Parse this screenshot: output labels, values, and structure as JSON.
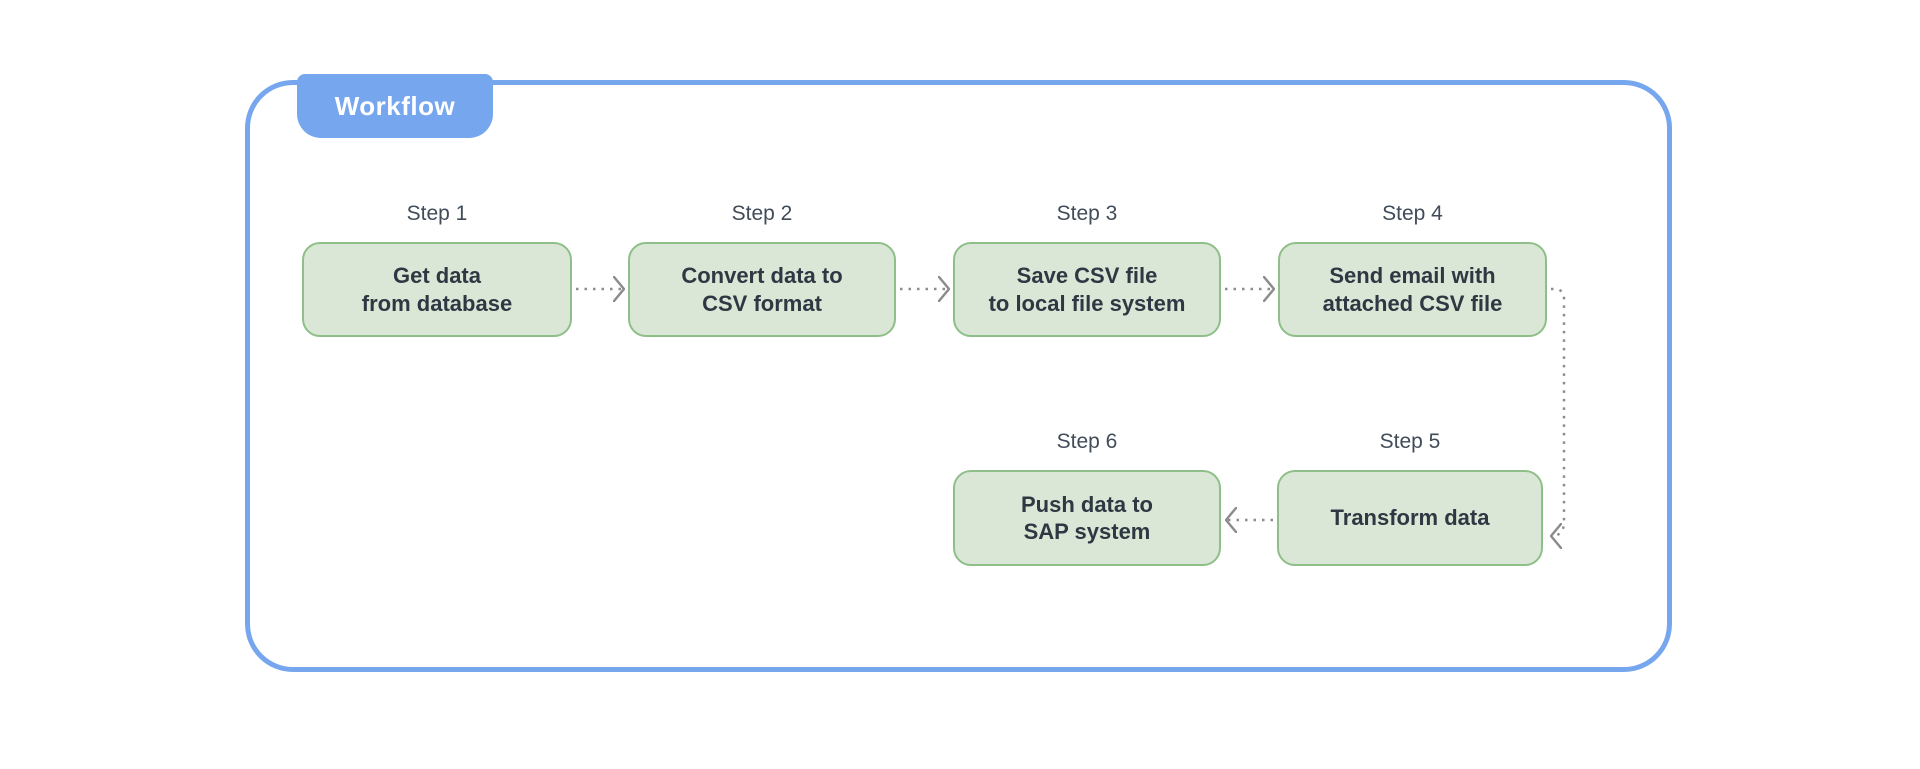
{
  "workflow": {
    "label": "Workflow",
    "steps": [
      {
        "label": "Step 1",
        "title": "Get data\nfrom database"
      },
      {
        "label": "Step 2",
        "title": "Convert data to\nCSV format"
      },
      {
        "label": "Step 3",
        "title": "Save CSV file\nto local file system"
      },
      {
        "label": "Step 4",
        "title": "Send email with\nattached CSV file"
      },
      {
        "label": "Step 5",
        "title": "Transform data"
      },
      {
        "label": "Step 6",
        "title": "Push data to\nSAP system"
      }
    ],
    "flow_order": [
      "Step 1",
      "Step 2",
      "Step 3",
      "Step 4",
      "Step 5",
      "Step 6"
    ],
    "colors": {
      "frame_blue": "#76a7ee",
      "tab_text": "#ffffff",
      "node_fill": "#dae7d6",
      "node_border": "#8fbf88",
      "node_text": "#2d3843",
      "step_label_text": "#414c59",
      "connector_gray": "#8c8c8c",
      "page_background": "#ffffff"
    }
  }
}
